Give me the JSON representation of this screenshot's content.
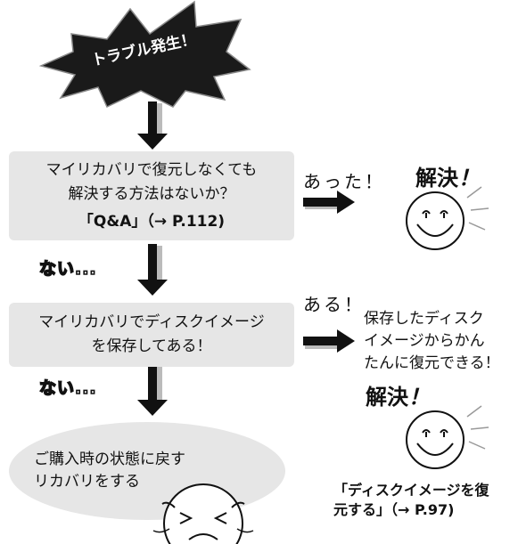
{
  "burst": {
    "label": "トラブル発生！"
  },
  "box1": {
    "line1": "マイリカバリで復元しなくても",
    "line2": "解決する方法はないか？",
    "ref": "「Q&A」（→ P.112)"
  },
  "found1": {
    "label": "あった！"
  },
  "solved1": {
    "label": "解決",
    "bang": "！"
  },
  "nai1": {
    "label": "ない..."
  },
  "box2": {
    "line1": "マイリカバリでディスクイメージ",
    "line2": "を保存してある！"
  },
  "found2": {
    "label": "ある！"
  },
  "result2": {
    "line1": "保存したディスク",
    "line2": "イメージからかん",
    "line3": "たんに復元できる！"
  },
  "solved2": {
    "label": "解決",
    "bang": "！"
  },
  "ref2": {
    "line1": "「ディスクイメージを復",
    "line2": "元する」（→ P.97)"
  },
  "nai2": {
    "label": "ない..."
  },
  "ellipse": {
    "line1": "ご購入時の状態に戻す",
    "line2": "リカバリをする"
  },
  "colors": {
    "box_fill": "#e6e6e6",
    "burst_fill": "#1a1a1a",
    "text": "#111111"
  }
}
